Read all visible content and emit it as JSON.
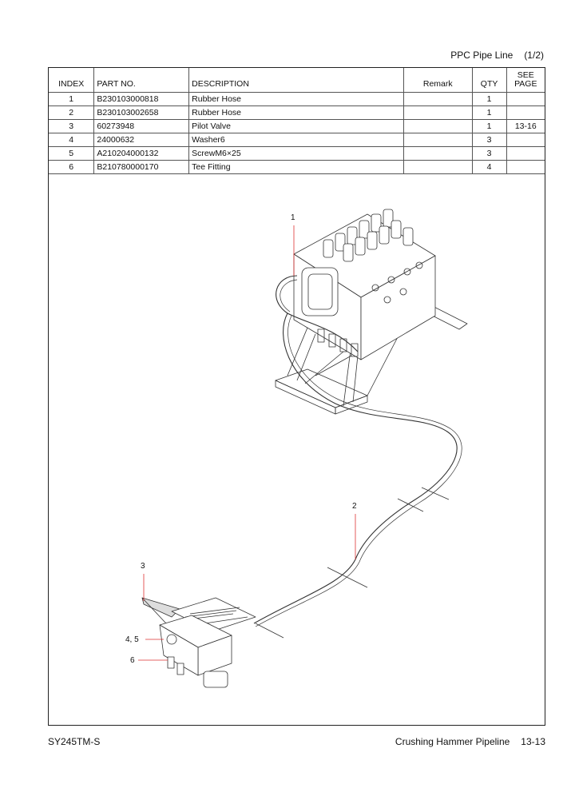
{
  "header": {
    "title": "PPC Pipe Line",
    "page_part": "(1/2)"
  },
  "table": {
    "columns": [
      "INDEX",
      "PART NO.",
      "DESCRIPTION",
      "Remark",
      "QTY",
      "SEE PAGE"
    ],
    "rows": [
      {
        "index": "1",
        "part_no": "B230103000818",
        "description": "Rubber Hose",
        "remark": "",
        "qty": "1",
        "see_page": ""
      },
      {
        "index": "2",
        "part_no": "B230103002658",
        "description": "Rubber Hose",
        "remark": "",
        "qty": "1",
        "see_page": ""
      },
      {
        "index": "3",
        "part_no": "60273948",
        "description": "Pilot Valve",
        "remark": "",
        "qty": "1",
        "see_page": "13-16"
      },
      {
        "index": "4",
        "part_no": "24000632",
        "description": "Washer6",
        "remark": "",
        "qty": "3",
        "see_page": ""
      },
      {
        "index": "5",
        "part_no": "A210204000132",
        "description": "ScrewM6×25",
        "remark": "",
        "qty": "3",
        "see_page": ""
      },
      {
        "index": "6",
        "part_no": "B210780000170",
        "description": "Tee Fitting",
        "remark": "",
        "qty": "4",
        "see_page": ""
      }
    ]
  },
  "callouts": {
    "c1": "1",
    "c2": "2",
    "c3": "3",
    "c45": "4, 5",
    "c6": "6"
  },
  "footer": {
    "model": "SY245TM-S",
    "section": "Crushing Hammer Pipeline",
    "page": "13-13"
  }
}
